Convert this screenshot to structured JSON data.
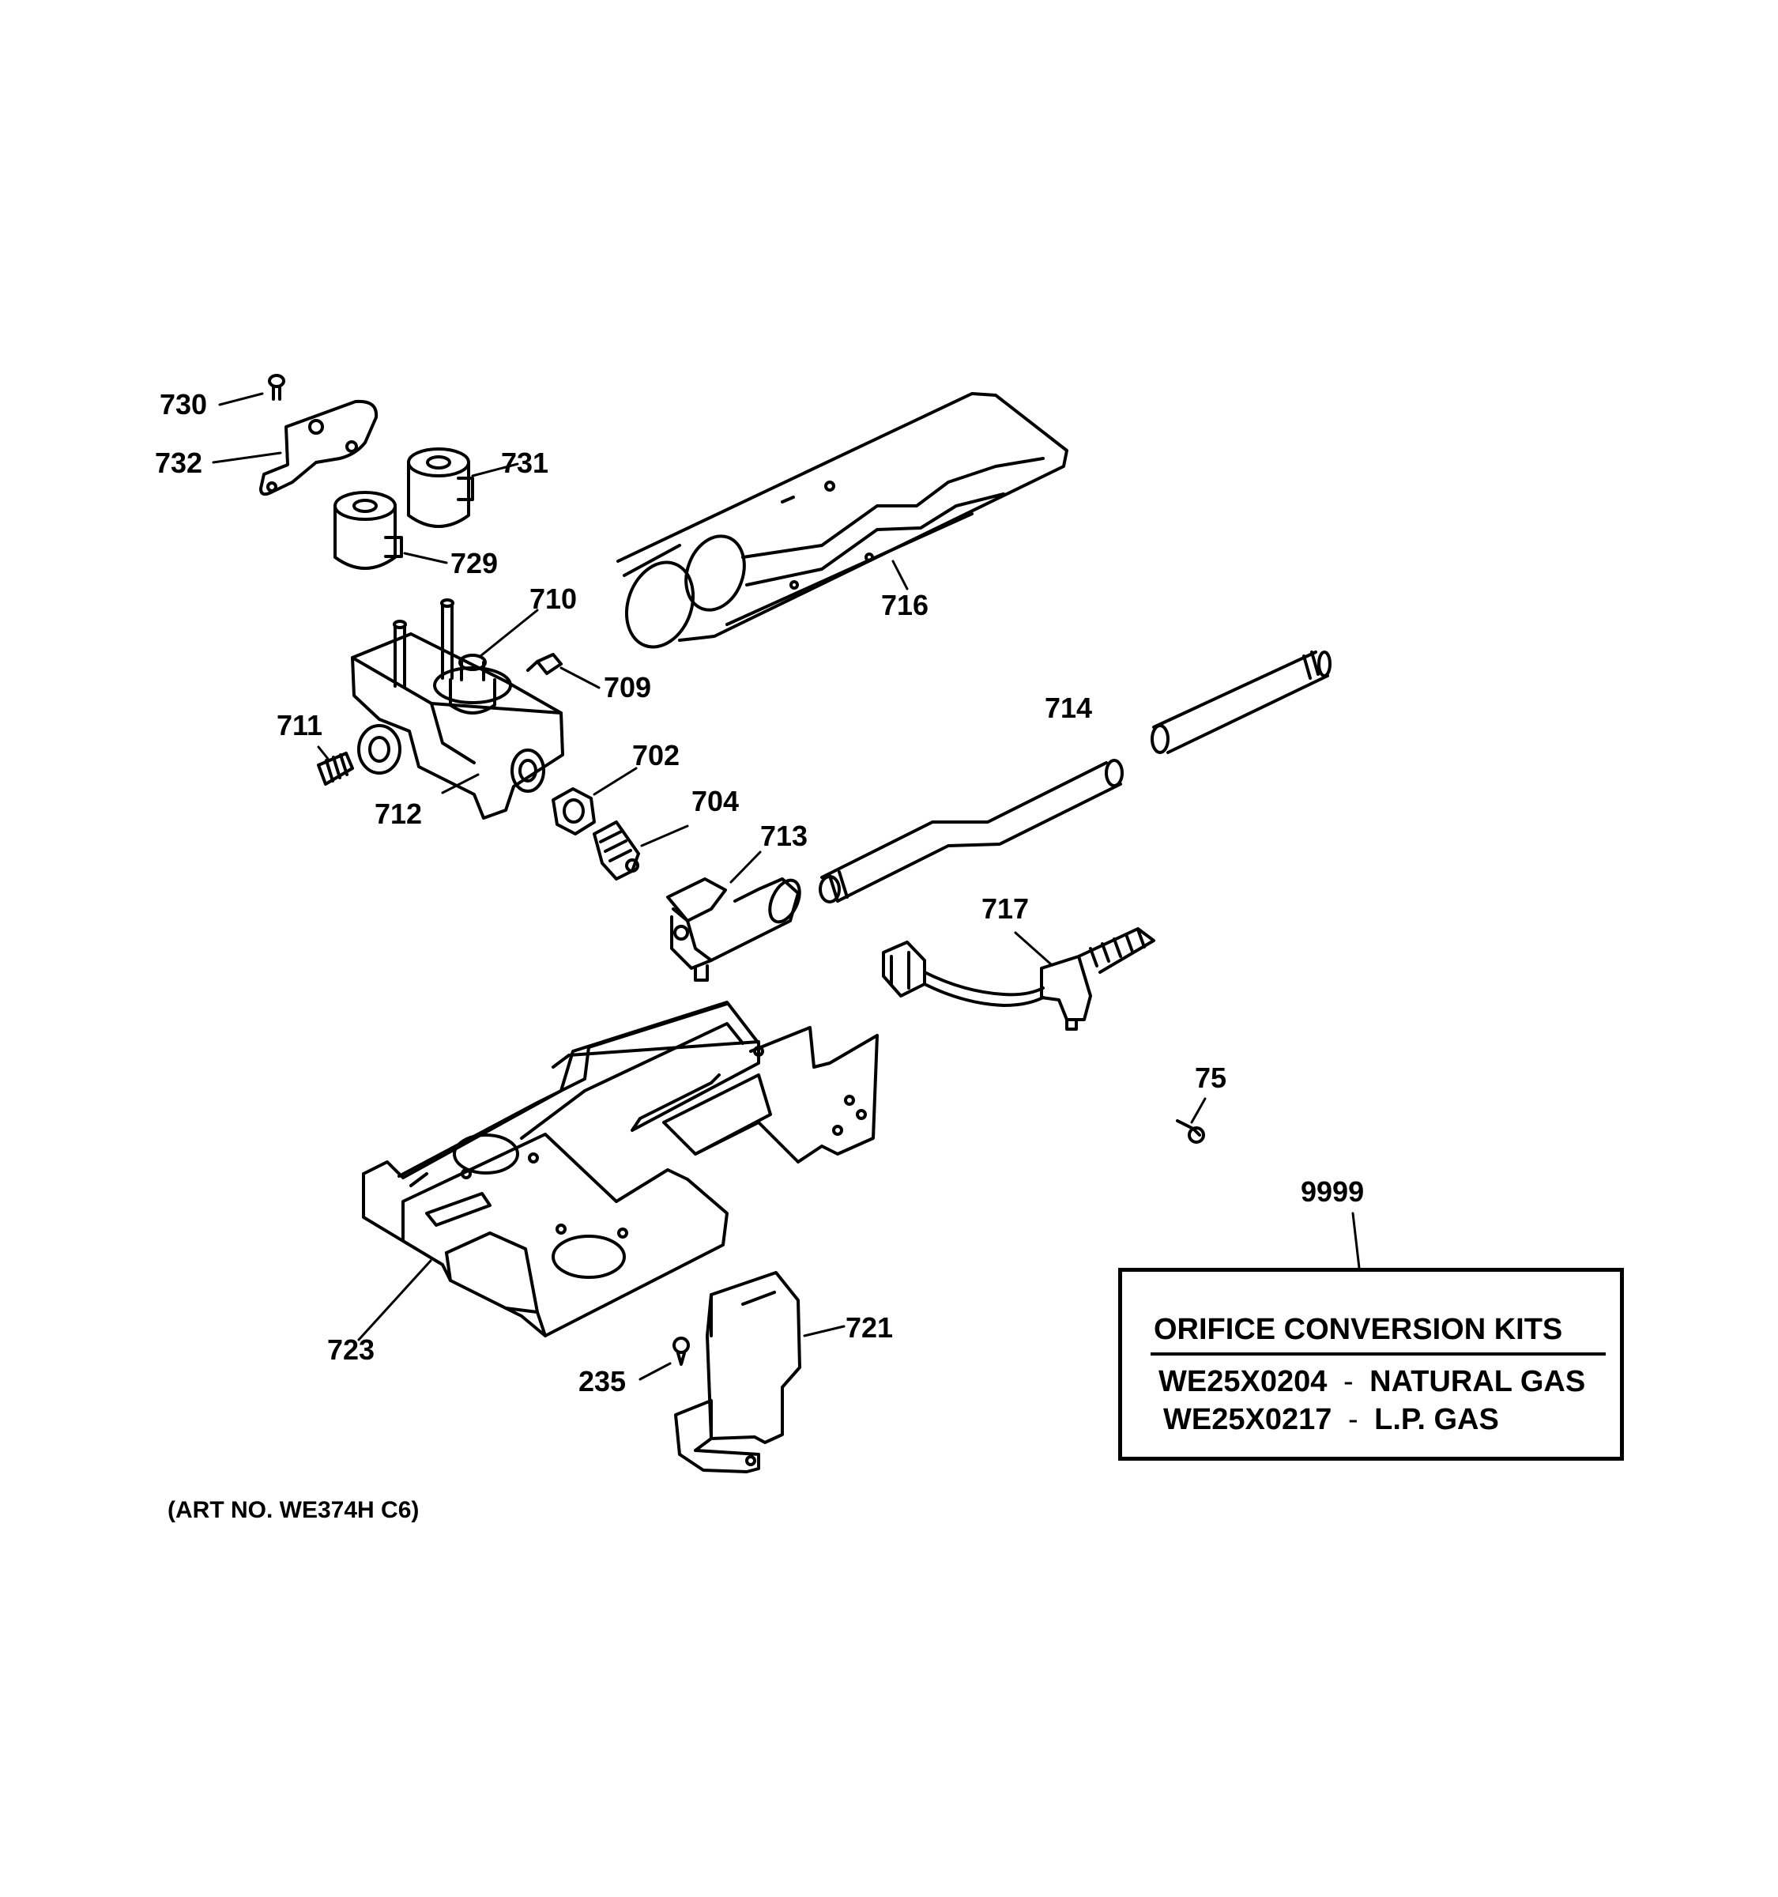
{
  "callouts": {
    "c730": "730",
    "c732": "732",
    "c731": "731",
    "c729": "729",
    "c710": "710",
    "c709": "709",
    "c716": "716",
    "c711": "711",
    "c712": "712",
    "c702": "702",
    "c704": "704",
    "c713": "713",
    "c714": "714",
    "c717": "717",
    "c75": "75",
    "c9999": "9999",
    "c723": "723",
    "c721": "721",
    "c235": "235"
  },
  "kit_box": {
    "title": "ORIFICE CONVERSION KITS",
    "rows": [
      {
        "part": "WE25X0204",
        "sep": "-",
        "desc": "NATURAL GAS"
      },
      {
        "part": "WE25X0217",
        "sep": "-",
        "desc": "L.P. GAS"
      }
    ]
  },
  "art_number": "(ART NO. WE374H C6)",
  "colors": {
    "ink": "#000000",
    "paper": "#ffffff"
  }
}
